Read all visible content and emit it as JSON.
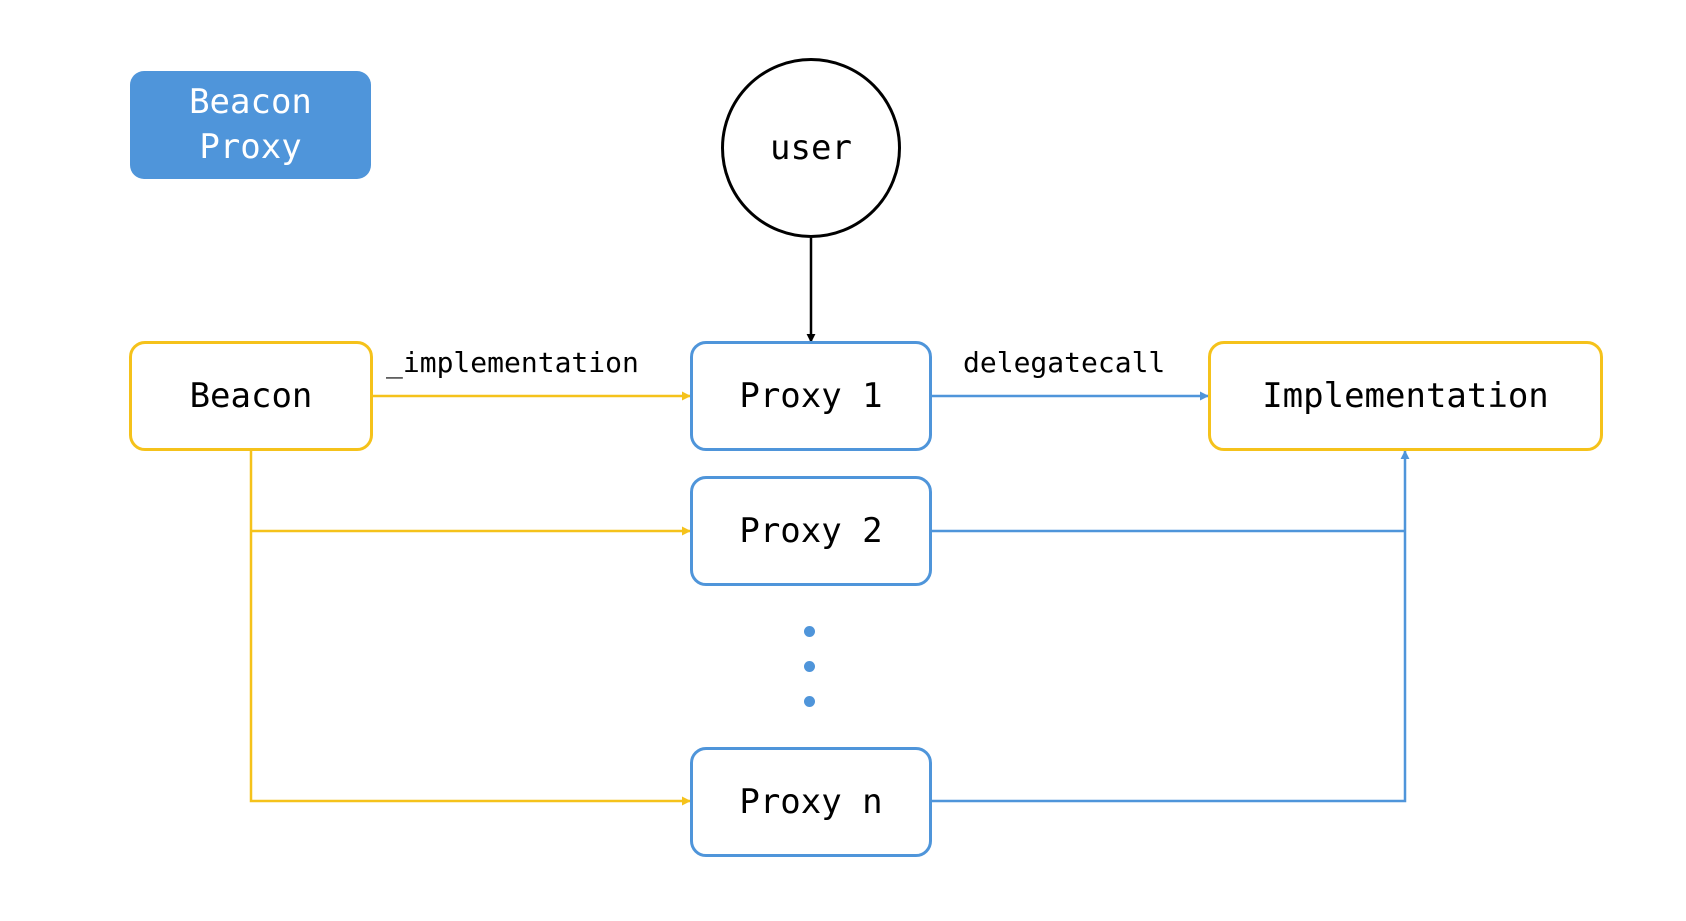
{
  "title_badge": {
    "line1": "Beacon",
    "line2": "Proxy"
  },
  "nodes": {
    "user": "user",
    "beacon": "Beacon",
    "proxy_1": "Proxy 1",
    "proxy_2": "Proxy 2",
    "proxy_n": "Proxy n",
    "implementation": "Implementation"
  },
  "edge_labels": {
    "beacon_to_proxy": "_implementation",
    "proxy_to_implementation": "delegatecall"
  },
  "colors": {
    "beacon_links": "#F5C21B",
    "delegate_links": "#4F95DA",
    "user_link": "#000000",
    "badge_fill": "#4F95DA"
  }
}
